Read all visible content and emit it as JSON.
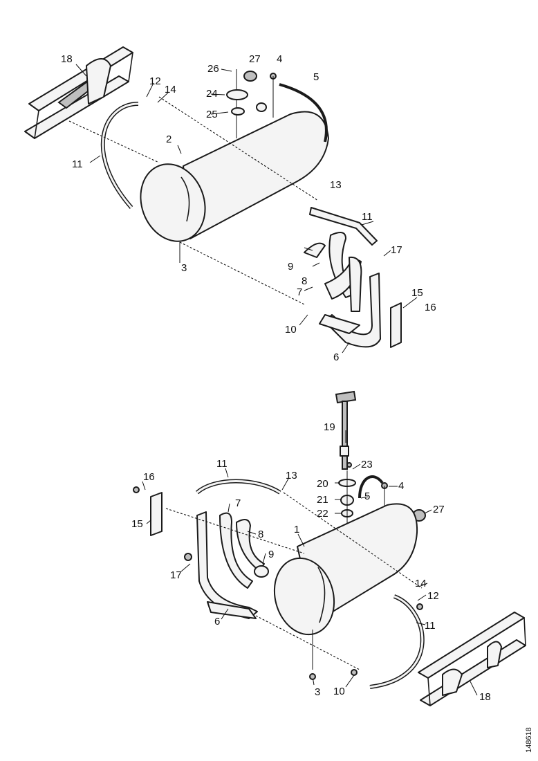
{
  "reference_code": "148618",
  "callouts_top": [
    {
      "id": "t1",
      "label": "18"
    },
    {
      "id": "t2",
      "label": "12"
    },
    {
      "id": "t3",
      "label": "14"
    },
    {
      "id": "t4",
      "label": "26"
    },
    {
      "id": "t5",
      "label": "27"
    },
    {
      "id": "t6",
      "label": "4"
    },
    {
      "id": "t7",
      "label": "5"
    },
    {
      "id": "t8",
      "label": "24"
    },
    {
      "id": "t9",
      "label": "25"
    },
    {
      "id": "t10",
      "label": "2"
    },
    {
      "id": "t11",
      "label": "11"
    },
    {
      "id": "t12",
      "label": "13"
    },
    {
      "id": "t13",
      "label": "11"
    },
    {
      "id": "t14",
      "label": "17"
    },
    {
      "id": "t15",
      "label": "9"
    },
    {
      "id": "t16",
      "label": "8"
    },
    {
      "id": "t17",
      "label": "7"
    },
    {
      "id": "t18",
      "label": "15"
    },
    {
      "id": "t19",
      "label": "16"
    },
    {
      "id": "t20",
      "label": "10"
    },
    {
      "id": "t21",
      "label": "6"
    },
    {
      "id": "t22",
      "label": "3"
    }
  ],
  "callouts_bottom": [
    {
      "id": "b1",
      "label": "19"
    },
    {
      "id": "b2",
      "label": "23"
    },
    {
      "id": "b3",
      "label": "11"
    },
    {
      "id": "b4",
      "label": "13"
    },
    {
      "id": "b5",
      "label": "16"
    },
    {
      "id": "b6",
      "label": "20"
    },
    {
      "id": "b7",
      "label": "4"
    },
    {
      "id": "b8",
      "label": "5"
    },
    {
      "id": "b9",
      "label": "21"
    },
    {
      "id": "b10",
      "label": "7"
    },
    {
      "id": "b11",
      "label": "15"
    },
    {
      "id": "b12",
      "label": "22"
    },
    {
      "id": "b13",
      "label": "27"
    },
    {
      "id": "b14",
      "label": "8"
    },
    {
      "id": "b15",
      "label": "1"
    },
    {
      "id": "b16",
      "label": "9"
    },
    {
      "id": "b17",
      "label": "17"
    },
    {
      "id": "b18",
      "label": "14"
    },
    {
      "id": "b19",
      "label": "12"
    },
    {
      "id": "b20",
      "label": "6"
    },
    {
      "id": "b21",
      "label": "11"
    },
    {
      "id": "b22",
      "label": "10"
    },
    {
      "id": "b23",
      "label": "3"
    },
    {
      "id": "b24",
      "label": "18"
    }
  ]
}
